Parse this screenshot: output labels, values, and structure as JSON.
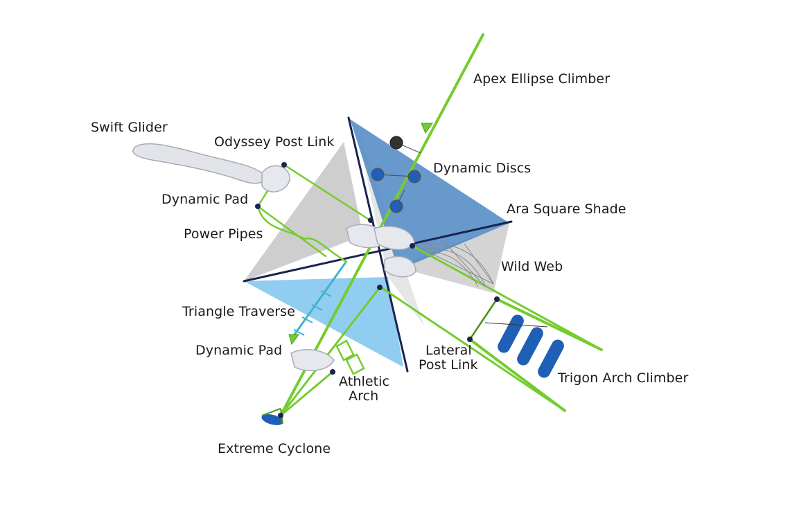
{
  "colors": {
    "background": "#ffffff",
    "frame_green": "#7dd23a",
    "frame_green_dark": "#4f9a1c",
    "navy_post": "#1b2350",
    "shade_gray": "#c8c8c8",
    "shade_dark_blue": "#4f86c2",
    "shade_light_blue": "#7ec3ee",
    "component_blue": "#1f5fb5",
    "pad_white": "#e6e8ee"
  },
  "labels": {
    "apex_ellipse_climber": "Apex Ellipse Climber",
    "swift_glider": "Swift Glider",
    "odyssey_post_link": "Odyssey Post Link",
    "dynamic_discs": "Dynamic Discs",
    "dynamic_pad_top": "Dynamic Pad",
    "ara_square_shade": "Ara Square Shade",
    "power_pipes": "Power Pipes",
    "wild_web": "Wild Web",
    "triangle_traverse": "Triangle Traverse",
    "lateral_post_link_1": "Lateral",
    "lateral_post_link_2": "Post Link",
    "dynamic_pad_bottom": "Dynamic Pad",
    "athletic_arch_1": "Athletic",
    "athletic_arch_2": "Arch",
    "trigon_arch_climber": "Trigon Arch Climber",
    "extreme_cyclone": "Extreme Cyclone"
  },
  "icons": [
    "dynamic-disc-icon",
    "dynamic-pad-icon",
    "trigon-roller-icon",
    "swift-glider-icon",
    "cyclone-seat-icon"
  ]
}
